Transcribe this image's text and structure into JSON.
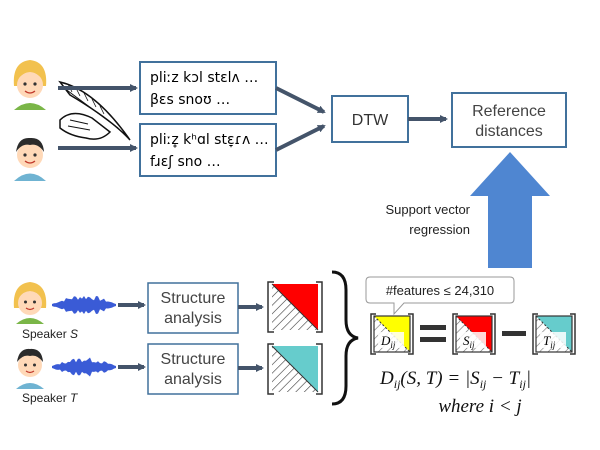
{
  "transcriptions": {
    "speaker_a": [
      "pliːz kɔl stɛlʌ …",
      "βɛs snoʊ …"
    ],
    "speaker_b": [
      "pliːz̥ kʰɑl stɛ̞ɾʌ …",
      "fɹɛʃ sno …"
    ]
  },
  "dtw_label": "DTW",
  "reference_label": [
    "Reference",
    "distances"
  ],
  "svr_label": [
    "Support vector",
    "regression"
  ],
  "speakers": {
    "s_prefix": "Speaker",
    "s_var": "S",
    "t_prefix": "Speaker",
    "t_var": "T"
  },
  "structure_label": [
    "Structure",
    "analysis"
  ],
  "features_callout": "#features ≤ 24,310",
  "matrix_labels": {
    "d": "D",
    "s": "S",
    "t": "T",
    "sub": "ij"
  },
  "equation": {
    "lhs": "D",
    "lhs_sub": "ij",
    "lhs_args": "(S, T) = ",
    "rhs": "|S",
    "rhs_sub1": "ij",
    "rhs_mid": " − T",
    "rhs_sub2": "ij",
    "rhs_end": "|",
    "where": "where  i < j"
  },
  "colors": {
    "box_border": "#41719c",
    "arrow": "#44546a",
    "svr_arrow": "#4f86d1",
    "red": "#ff0000",
    "teal": "#66cccc",
    "yellow": "#ffff00",
    "wave": "#3a5bd6"
  }
}
